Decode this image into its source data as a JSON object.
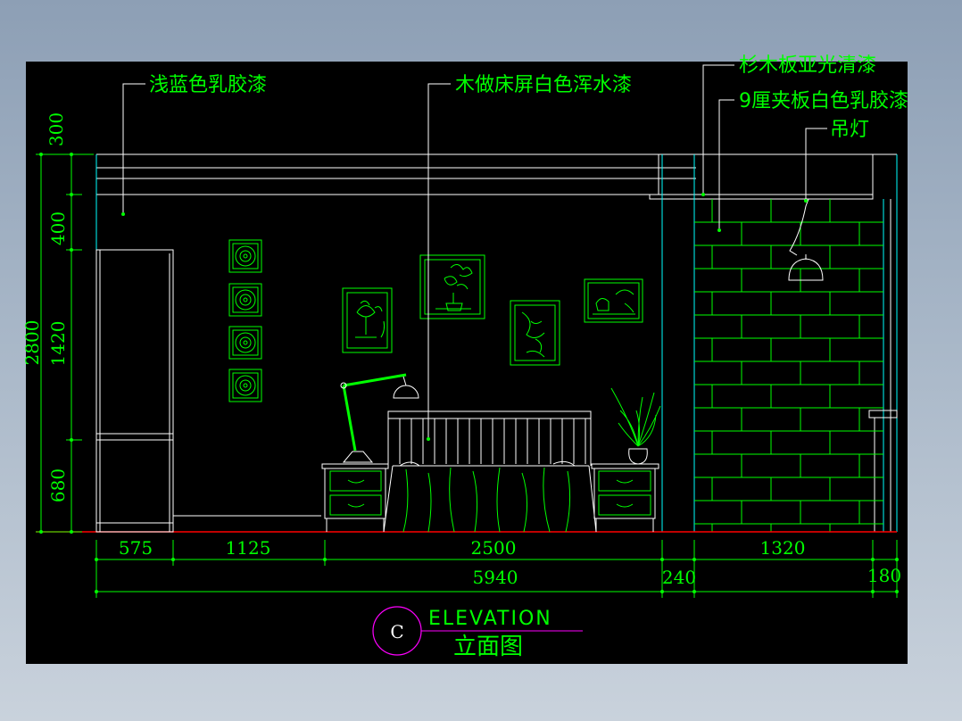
{
  "labels": {
    "blue_latex": "浅蓝色乳胶漆",
    "bed_screen": "木做床屏白色浑水漆",
    "fir_board": "杉木板亚光清漆",
    "plywood": "9厘夹板白色乳胶漆",
    "pendant": "吊灯"
  },
  "dims": {
    "left_total": "2800",
    "left_segments": [
      "300",
      "400",
      "1420",
      "680"
    ],
    "bottom_row1": [
      "575",
      "1125",
      "2500",
      "1320"
    ],
    "bottom_total": "5940",
    "bottom_240": "240",
    "bottom_180": "180"
  },
  "title": {
    "marker": "C",
    "english": "ELEVATION",
    "chinese": "立面图"
  },
  "colors": {
    "background": "#000000",
    "line_white": "#ffffff",
    "line_green": "#00ff00",
    "text_green": "#00ff00",
    "line_cyan": "#00ffff",
    "floor_red": "#ff0000",
    "title_magenta": "#ff00ff"
  }
}
